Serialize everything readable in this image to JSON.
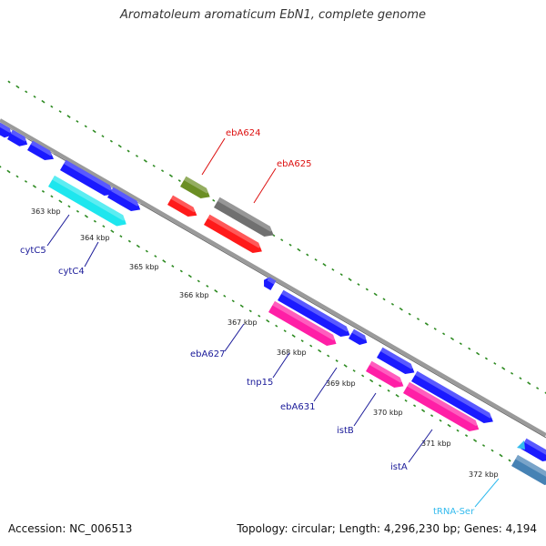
{
  "title": "Aromatoleum aromaticum EbN1, complete genome",
  "footer": {
    "accession": "Accession: NC_006513",
    "stats": "Topology: circular; Length: 4,296,230 bp; Genes: 4,194"
  },
  "colors": {
    "backbone": "#909090",
    "gc_dots": "#2e8b22",
    "cds_blue": "#1a1aff",
    "cds_cyan": "#1ee6ee",
    "cds_magenta": "#ff1fa6",
    "cds_red": "#ff1a1a",
    "cds_olive": "#6b8e23",
    "cds_gray": "#707070",
    "trna": "#33bbee",
    "label_blue": "#1a1a99",
    "label_red": "#dd1111"
  },
  "ticks": [
    "363 kbp",
    "364 kbp",
    "365 kbp",
    "366 kbp",
    "367 kbp",
    "368 kbp",
    "369 kbp",
    "370 kbp",
    "371 kbp",
    "372 kbp"
  ],
  "gene_labels": [
    {
      "name": "ebA624",
      "color": "red"
    },
    {
      "name": "ebA625",
      "color": "red"
    },
    {
      "name": "cytC5",
      "color": "blue"
    },
    {
      "name": "cytC4",
      "color": "blue"
    },
    {
      "name": "ebA627",
      "color": "blue"
    },
    {
      "name": "tnp15",
      "color": "blue"
    },
    {
      "name": "ebA631",
      "color": "blue"
    },
    {
      "name": "istB",
      "color": "blue"
    },
    {
      "name": "istA",
      "color": "blue"
    },
    {
      "name": "tRNA-Ser",
      "color": "cyan"
    }
  ]
}
